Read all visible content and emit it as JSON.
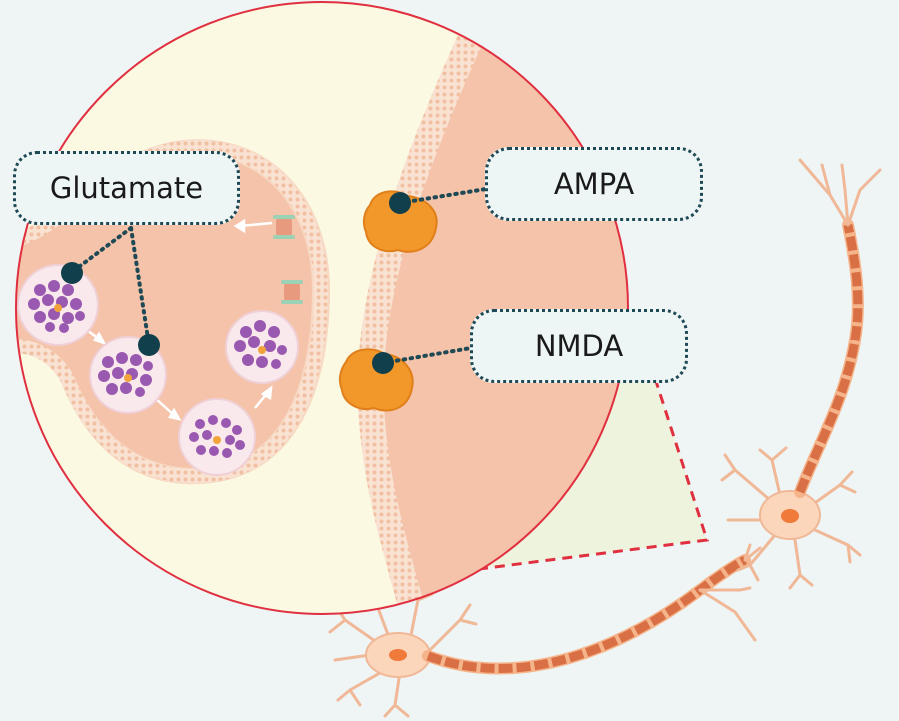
{
  "labels": {
    "glutamate": "Glutamate",
    "ampa": "AMPA",
    "nmda": "NMDA"
  },
  "colors": {
    "background": "#eff4f5",
    "circle_border": "#e0303f",
    "synaptic_cleft": "#fbf9e2",
    "terminal_fill": "#f5c3aa",
    "membrane": "#f7d8c3",
    "vesicle": "#9a59b0",
    "receptor": "#f2982a",
    "pin": "#11404c",
    "neuron": "#fbd6bb"
  }
}
